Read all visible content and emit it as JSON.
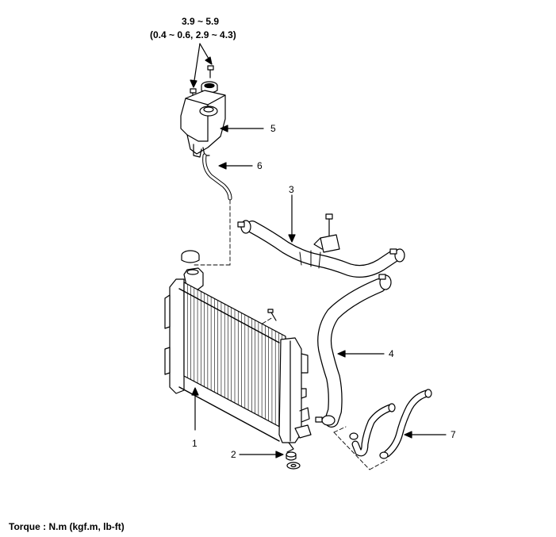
{
  "torque_spec": {
    "line1": "3.9 ~ 5.9",
    "line2": "(0.4 ~ 0.6, 2.9 ~ 4.3)"
  },
  "callouts": [
    "1",
    "2",
    "3",
    "4",
    "5",
    "6",
    "7"
  ],
  "footnote": "Torque : N.m (kgf.m, lb-ft)"
}
